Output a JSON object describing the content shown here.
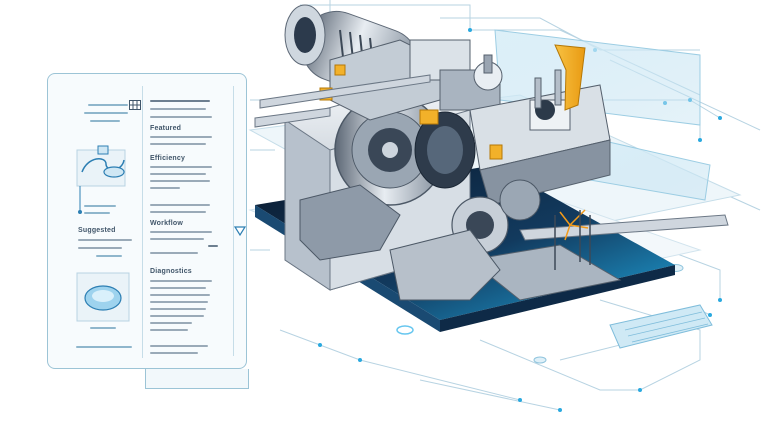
{
  "panel": {
    "headings": {
      "h1": "Featured",
      "h2": "Efficiency",
      "h3": "Workflow",
      "h4": "Suggested",
      "h5": "Diagnostics"
    }
  },
  "colors": {
    "accent": "#1f9ad6",
    "orange": "#f0a817",
    "steel": "#8f9aa6",
    "dark": "#1b2a3e",
    "panel_border": "#9cc4d6"
  },
  "icons": [
    "grid-icon",
    "triangle-down-icon",
    "machine-illustration",
    "circuit-lines"
  ]
}
